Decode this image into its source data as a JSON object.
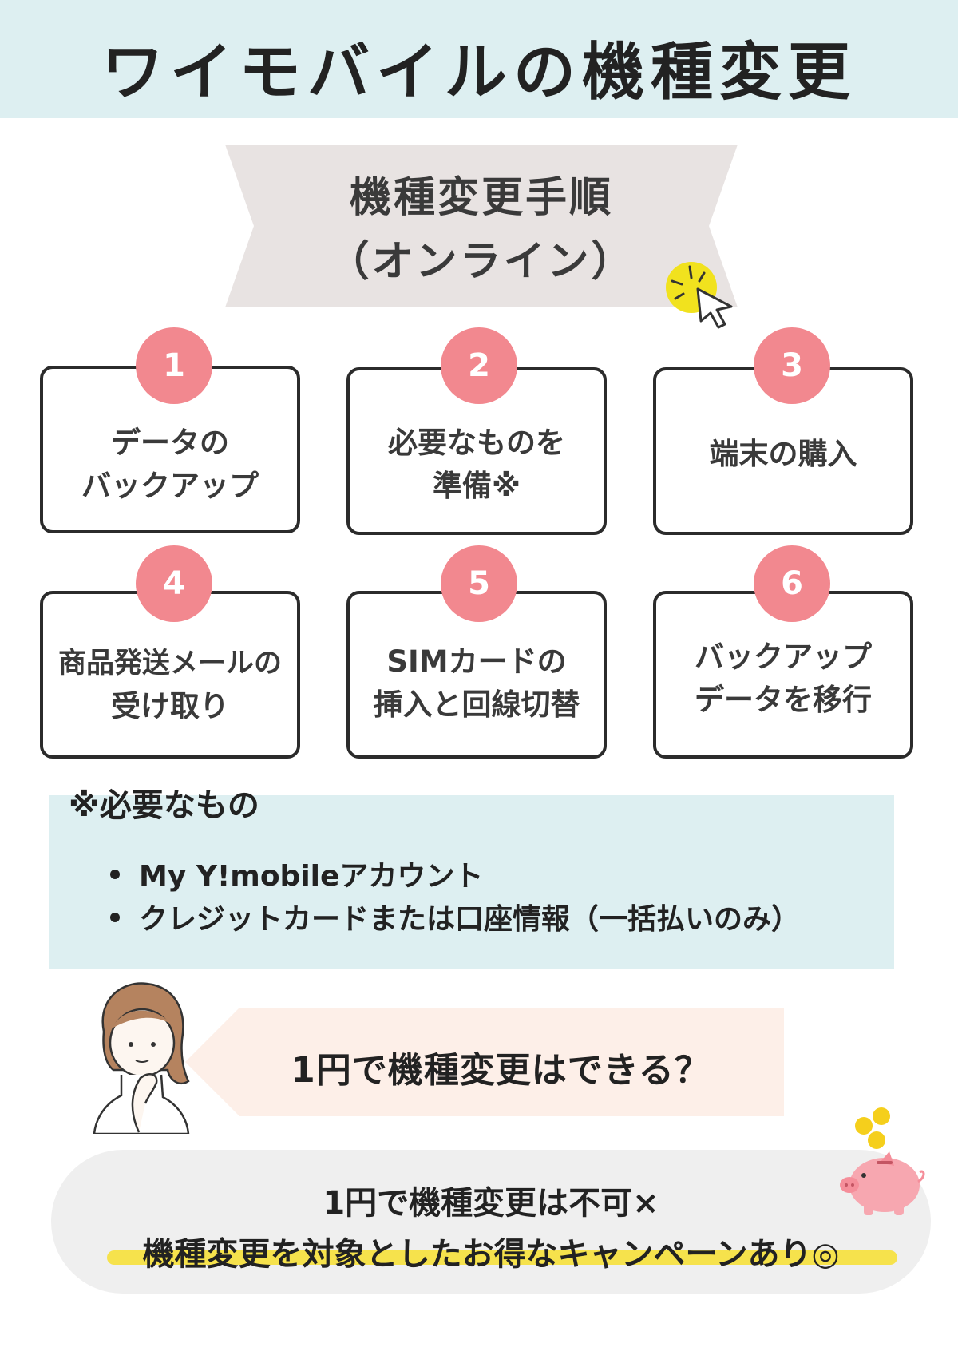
{
  "header": {
    "title": "ワイモバイルの機種変更"
  },
  "ribbon": {
    "line1": "機種変更手順",
    "line2": "（オンライン）"
  },
  "steps": [
    {
      "number": "1",
      "line1": "データの",
      "line2": "バックアップ"
    },
    {
      "number": "2",
      "line1": "必要なものを",
      "line2": "準備※"
    },
    {
      "number": "3",
      "line1": "端末の購入",
      "line2": ""
    },
    {
      "number": "4",
      "line1": "商品発送メールの",
      "line2": "受け取り"
    },
    {
      "number": "5",
      "line1": "SIMカードの",
      "line2": "挿入と回線切替"
    },
    {
      "number": "6",
      "line1": "バックアップ",
      "line2": "データを移行"
    }
  ],
  "needs": {
    "title": "※必要なもの",
    "items": [
      "My Y!mobileアカウント",
      "クレジットカードまたは口座情報（一括払いのみ）"
    ]
  },
  "question": {
    "text": "1円で機種変更はできる？"
  },
  "answer": {
    "line1": "1円で機種変更は不可×",
    "line2": "機種変更を対象としたお得なキャンペーンあり◎"
  },
  "colors": {
    "header_bg": "#ddeff1",
    "ribbon_bg": "#e8e3e2",
    "badge": "#f2888f",
    "question_bg": "#fdefe8",
    "answer_bg": "#efefef",
    "highlight": "#f6e24c",
    "cursor_dot": "#f1e21e",
    "coin": "#f5cf1c",
    "piggy": "#f7a7b0"
  }
}
